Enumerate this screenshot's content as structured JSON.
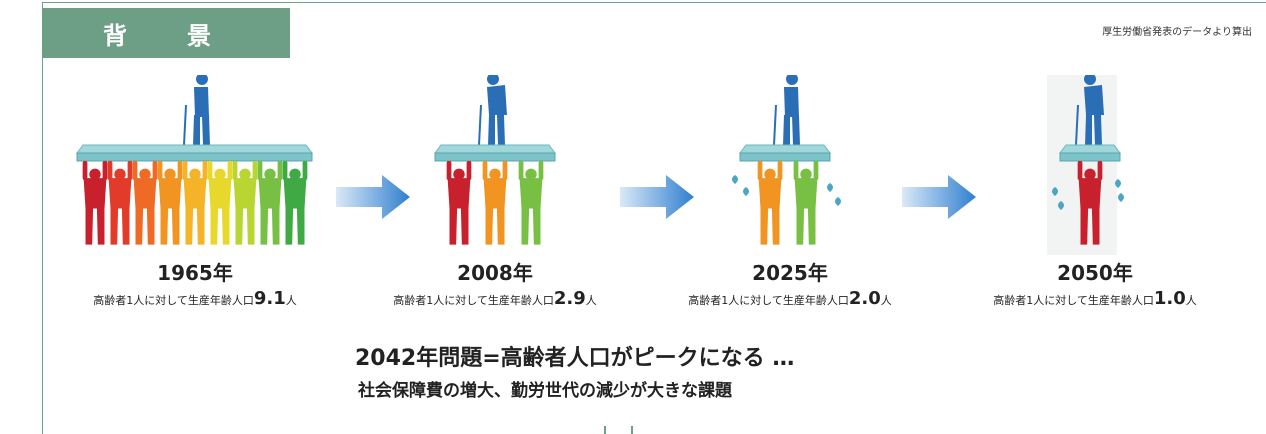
{
  "header": {
    "badge_label": "背　景",
    "source_note": "厚生労働省発表のデータより算出"
  },
  "stages": [
    {
      "year": "1965年",
      "ratio_prefix": "高齢者1人に対して生産年齢人口",
      "ratio_value": "9.1",
      "ratio_unit": "人"
    },
    {
      "year": "2008年",
      "ratio_prefix": "高齢者1人に対して生産年齢人口",
      "ratio_value": "2.9",
      "ratio_unit": "人"
    },
    {
      "year": "2025年",
      "ratio_prefix": "高齢者1人に対して生産年齢人口",
      "ratio_value": "2.0",
      "ratio_unit": "人"
    },
    {
      "year": "2050年",
      "ratio_prefix": "高齢者1人に対して生産年齢人口",
      "ratio_value": "1.0",
      "ratio_unit": "人"
    }
  ],
  "summary": {
    "headline": "2042年問題=高齢者人口がピークになる …",
    "subline": "社会保障費の増大、勤労世代の減少が大きな課題"
  },
  "colors": {
    "badge": "#6d9e86",
    "frame": "#6aa287",
    "elder": "#2a6fb5",
    "glass": "#9fd7da",
    "arrow": "#3b86d1",
    "sweat": "#4aa6c4",
    "worker_palette": [
      "#c9202e",
      "#e23b2a",
      "#ef6a24",
      "#f29421",
      "#f5b327",
      "#e8d82b",
      "#b9d532",
      "#77c043",
      "#3faa44"
    ]
  },
  "icons": {
    "elder": "elderly-person-with-cane-icon",
    "worker": "worker-lifting-icon",
    "arrow": "right-arrow-icon",
    "sweat": "sweat-drop-icon"
  }
}
